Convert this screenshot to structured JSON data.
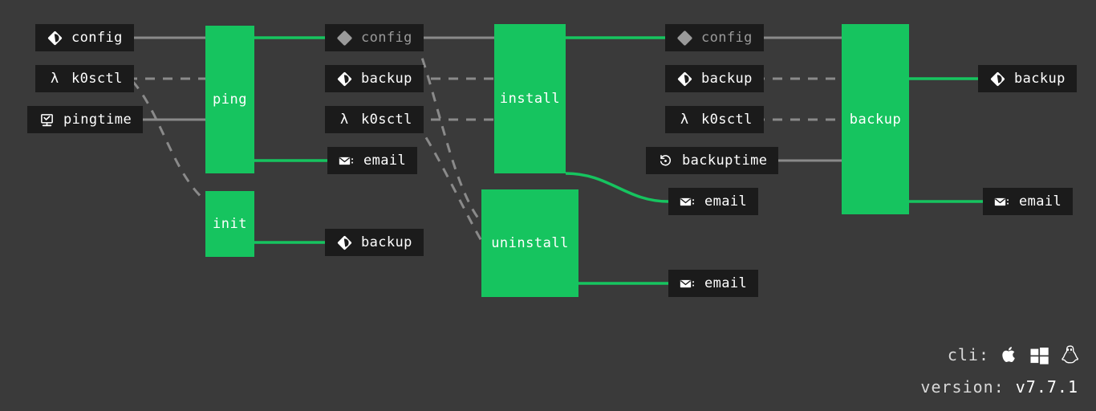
{
  "canvas": {
    "background": "#3a3a3a",
    "accent": "#16c45f",
    "node_bg": "#1b1b1b",
    "wire_gray": "#8a8a8a",
    "dim_text": "#9a9a9a"
  },
  "processes": [
    {
      "id": "ping",
      "label": "ping"
    },
    {
      "id": "init",
      "label": "init"
    },
    {
      "id": "install",
      "label": "install"
    },
    {
      "id": "uninstall",
      "label": "uninstall"
    },
    {
      "id": "backup",
      "label": "backup"
    }
  ],
  "nodes": [
    {
      "id": "n-config-1",
      "label": "config",
      "icon": "config-icon",
      "dim": false
    },
    {
      "id": "n-k0sctl-1",
      "label": "k0sctl",
      "icon": "lambda-icon",
      "dim": false
    },
    {
      "id": "n-pingtime",
      "label": "pingtime",
      "icon": "monitor-check-icon",
      "dim": false
    },
    {
      "id": "n-config-2",
      "label": "config",
      "icon": "config-icon",
      "dim": true
    },
    {
      "id": "n-backup-2",
      "label": "backup",
      "icon": "config-icon",
      "dim": false
    },
    {
      "id": "n-k0sctl-2",
      "label": "k0sctl",
      "icon": "lambda-icon",
      "dim": false
    },
    {
      "id": "n-email-2",
      "label": "email",
      "icon": "email-icon",
      "dim": false
    },
    {
      "id": "n-backup-init",
      "label": "backup",
      "icon": "config-icon",
      "dim": false
    },
    {
      "id": "n-config-3",
      "label": "config",
      "icon": "config-icon",
      "dim": true
    },
    {
      "id": "n-backup-3",
      "label": "backup",
      "icon": "config-icon",
      "dim": false
    },
    {
      "id": "n-k0sctl-3",
      "label": "k0sctl",
      "icon": "lambda-icon",
      "dim": false
    },
    {
      "id": "n-backuptime",
      "label": "backuptime",
      "icon": "history-icon",
      "dim": false
    },
    {
      "id": "n-email-3",
      "label": "email",
      "icon": "email-icon",
      "dim": false
    },
    {
      "id": "n-email-uninst",
      "label": "email",
      "icon": "email-icon",
      "dim": false
    },
    {
      "id": "n-backup-out",
      "label": "backup",
      "icon": "config-icon",
      "dim": false
    },
    {
      "id": "n-email-out",
      "label": "email",
      "icon": "email-icon",
      "dim": false
    }
  ],
  "legend": {
    "cli_label": "cli:",
    "version_label": "version:",
    "version_value": "v7.7.1",
    "platforms": [
      "apple-icon",
      "windows-icon",
      "linux-penguin-icon"
    ]
  }
}
